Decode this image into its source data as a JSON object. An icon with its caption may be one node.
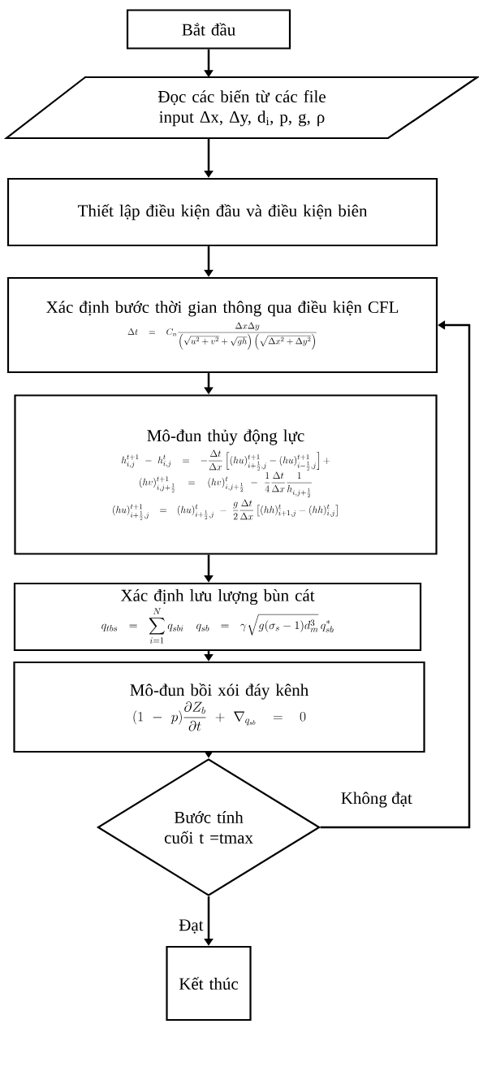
{
  "diagram": {
    "nodes": [
      {
        "text": [
          "Bắt đầu"
        ]
      },
      {
        "text": [
          "Đọc các biến từ các file input Δx, Δy, d$_{i}$, p, g, ρ"
        ]
      },
      {
        "text": [
          "Thiết lập điều kiện đầu và điều kiện biên"
        ]
      },
      {
        "text": [
          "Xác định bước thời gian thông qua điều kiện CFL",
          "\\Delta t = C_n \\frac{\\Delta x\\Delta y}{\\left(\\sqrt{u^2+v^2}+\\sqrt{gh}\\right)\\left(\\sqrt{\\Delta x^2+\\Delta y^2}\\right)}"
        ]
      },
      {
        "text": [
          "Mô-đun thủy động lực",
          "h^{t+1}_{i,j} - h^{t}_{i,j} = -\\frac{\\Delta t}{\\Delta x}\\left[(hu)^{t+1}_{i+\\frac{1}{2},j} - (hu)^{t+1}_{i-\\frac{1}{2},j}\\right] +",
          "(hv)^{t+1}_{i,j+\\frac{1}{2}} = (hv)^{t}_{i,j+\\frac{1}{2}} - \\frac{1}{4}\\frac{\\Delta t}{\\Delta x}\\frac{1}{h_{i,j+\\frac{1}{2}}}",
          "(hu)^{t+1}_{i+\\frac{1}{2},j} = (hu)^{t}_{i+\\frac{1}{2},j} - \\frac{g}{2}\\frac{\\Delta t}{\\Delta x}\\left[(hh)^{t}_{i+1,j} - (hh)^{t}_{i,j}\\right]"
        ]
      },
      {
        "text": [
          "Xác định lưu lượng bùn cát",
          "q_{tbs} = \\sum_{i=1}^{N} q_{sbi} \\quad q_{sb} = \\gamma\\sqrt{g(\\sigma_s-1)d_m^3}\\,q_{sb}^{*}"
        ]
      },
      {
        "text": [
          "Mô-đun bồi xói đáy kênh",
          "(1-p)\\frac{\\partial Z_b}{\\partial t} + \\nabla_{q_{sb}} = 0"
        ]
      },
      {
        "text": [
          "Bước tính cuối t =tmax"
        ]
      },
      {
        "text": [
          "Kết thúc"
        ]
      }
    ],
    "edges": [
      {
        "from": 0,
        "to": 1,
        "arrow": "to"
      },
      {
        "from": 1,
        "to": 2,
        "arrow": "to"
      },
      {
        "from": 2,
        "to": 3,
        "arrow": "to"
      },
      {
        "from": 3,
        "to": 4,
        "arrow": "to"
      },
      {
        "from": 4,
        "to": 5,
        "arrow": "to"
      },
      {
        "from": 5,
        "to": 6,
        "arrow": "to"
      },
      {
        "from": 6,
        "to": 7,
        "arrow": "to"
      },
      {
        "from": 7,
        "to": 3,
        "arrow": "to",
        "label": "Không đạt"
      },
      {
        "from": 7,
        "to": 8,
        "arrow": "to",
        "label": "Đạt"
      }
    ]
  }
}
